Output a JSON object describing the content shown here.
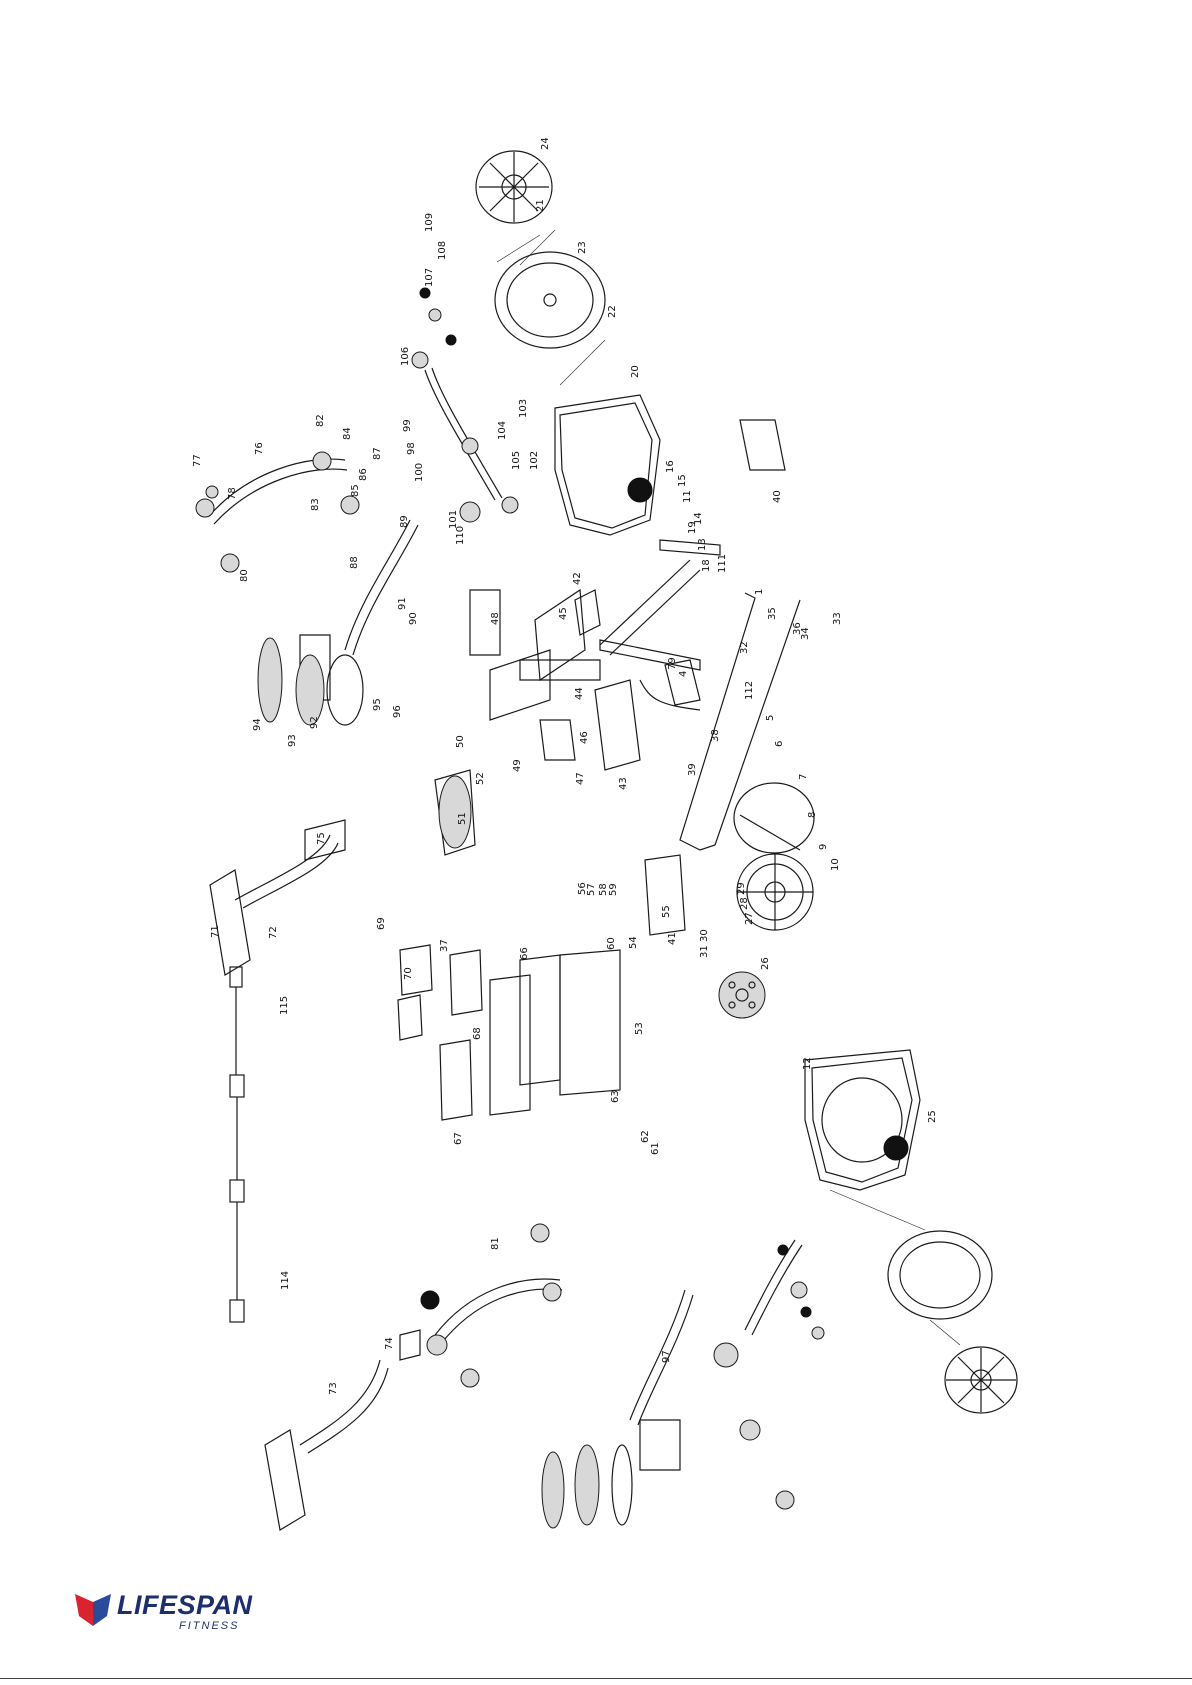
{
  "brand": {
    "name": "LIFESPAN",
    "sub": "FITNESS",
    "colors": {
      "navy": "#1c2f6b",
      "red": "#d9232e",
      "blue": "#2a4b9b"
    }
  },
  "labels": [
    "1",
    "4",
    "5",
    "6",
    "7",
    "8",
    "9",
    "10",
    "11",
    "12",
    "13",
    "14",
    "15",
    "16",
    "18",
    "19",
    "20",
    "21",
    "22",
    "23",
    "24",
    "25",
    "26",
    "27",
    "28",
    "29",
    "30",
    "31",
    "32",
    "33",
    "34",
    "35",
    "36",
    "37",
    "38",
    "39",
    "40",
    "41",
    "42",
    "43",
    "44",
    "45",
    "46",
    "47",
    "48",
    "49",
    "50",
    "51",
    "52",
    "53",
    "54",
    "55",
    "56",
    "57",
    "58",
    "59",
    "60",
    "61",
    "62",
    "63",
    "66",
    "67",
    "68",
    "69",
    "70",
    "71",
    "72",
    "73",
    "74",
    "75",
    "76",
    "77",
    "78",
    "79",
    "80",
    "81",
    "82",
    "83",
    "84",
    "85",
    "86",
    "87",
    "88",
    "89",
    "90",
    "91",
    "92",
    "93",
    "94",
    "95",
    "96",
    "97",
    "98",
    "99",
    "100",
    "101",
    "102",
    "103",
    "104",
    "105",
    "106",
    "107",
    "108",
    "109",
    "110",
    "111",
    "112",
    "114",
    "115"
  ]
}
